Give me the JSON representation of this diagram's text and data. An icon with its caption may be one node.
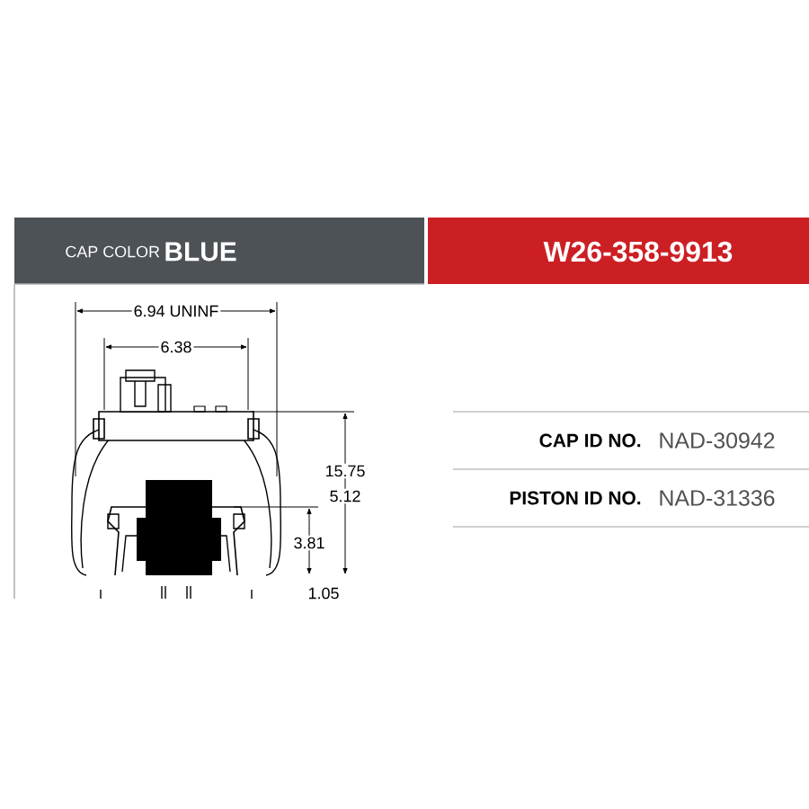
{
  "diagram": {
    "labels": [
      "CAP COLOR",
      "BLUE",
      "W26-358-9913",
      "6.94 UNINF",
      "6.38",
      "15.75",
      "5.12",
      "3.81",
      "1.05",
      "CAP ID NO.",
      "NAD-30942",
      "PISTON ID NO.",
      "NAD-31336"
    ]
  }
}
